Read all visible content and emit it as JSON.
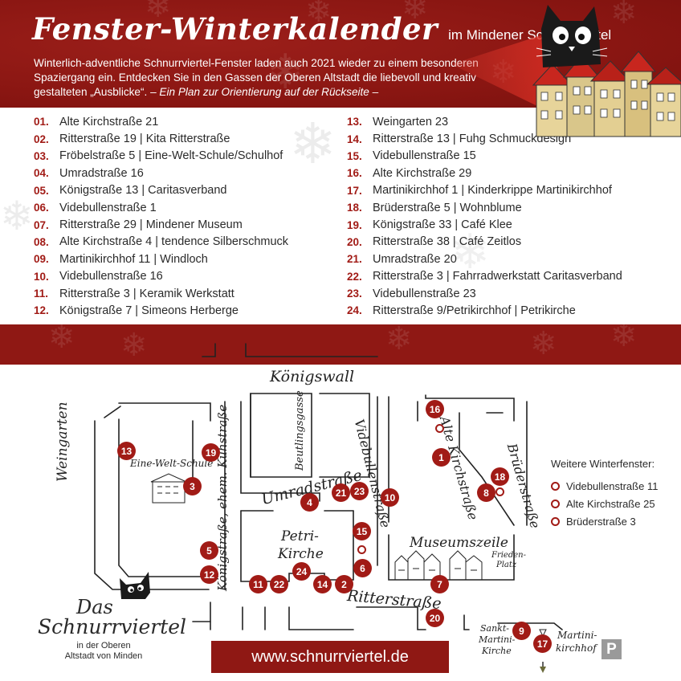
{
  "header": {
    "title": "Fenster-Winterkalender",
    "subtitle": "im Mindener Schnurrviertel",
    "intro_text": "Winterlich-adventliche Schnurrviertel-Fenster laden auch 2021 wieder zu einem besonderen Spaziergang ein. Entdecken Sie in den Gassen der Oberen Altstadt die liebevoll und kreativ gestalteten „Ausblicke“. – ",
    "intro_plan": "Ein Plan zur Orientierung auf der Rückseite –"
  },
  "colors": {
    "brand_red": "#8f1814",
    "marker_red": "#a11b16"
  },
  "windows_left": [
    {
      "num": "01.",
      "label": "Alte Kirchstraße 21"
    },
    {
      "num": "02.",
      "label": "Ritterstraße 19 | Kita Ritterstraße"
    },
    {
      "num": "03.",
      "label": "Fröbelstraße 5 | Eine-Welt-Schule/Schulhof"
    },
    {
      "num": "04.",
      "label": "Umradstraße 16"
    },
    {
      "num": "05.",
      "label": "Königstraße 13 | Caritasverband"
    },
    {
      "num": "06.",
      "label": "Videbullenstraße 1"
    },
    {
      "num": "07.",
      "label": "Ritterstraße 29 | Mindener Museum"
    },
    {
      "num": "08.",
      "label": "Alte Kirchstraße 4 | tendence Silberschmuck"
    },
    {
      "num": "09.",
      "label": "Martinikirchhof 11 | Windloch"
    },
    {
      "num": "10.",
      "label": "Videbullenstraße 16"
    },
    {
      "num": "11.",
      "label": "Ritterstraße 3 | Keramik Werkstatt"
    },
    {
      "num": "12.",
      "label": "Königstraße 7 | Simeons Herberge"
    }
  ],
  "windows_right": [
    {
      "num": "13.",
      "label": "Weingarten 23"
    },
    {
      "num": "14.",
      "label": "Ritterstraße 13 | Fuhg Schmuckdesign"
    },
    {
      "num": "15.",
      "label": "Videbullenstraße 15"
    },
    {
      "num": "16.",
      "label": "Alte Kirchstraße 29"
    },
    {
      "num": "17.",
      "label": "Martinikirchhof 1 | Kinderkrippe Martinikirchhof"
    },
    {
      "num": "18.",
      "label": "Brüderstraße 5 | Wohnblume"
    },
    {
      "num": "19.",
      "label": "Königstraße 33 | Café Klee"
    },
    {
      "num": "20.",
      "label": "Ritterstraße 38 | Café Zeitlos"
    },
    {
      "num": "21.",
      "label": "Umradstraße 20"
    },
    {
      "num": "22.",
      "label": "Ritterstraße 3 | Fahrradwerkstatt Caritasverband"
    },
    {
      "num": "23.",
      "label": "Videbullenstraße 23"
    },
    {
      "num": "24.",
      "label": "Ritterstraße 9/Petrikirchhof | Petrikirche"
    }
  ],
  "map": {
    "streets": {
      "koenigswall": "Königswall",
      "weingarten": "Weingarten",
      "koenigstrasse": "Königstraße, ehem. Kuhstraße",
      "umradstrasse": "Umradstraße",
      "beutlingsgasse": "Beutlingsgasse",
      "videbullenstrasse": "Videbullenstraße",
      "alte_kirchstrasse": "Alte Kirchstraße",
      "bruederstrasse": "Brüderstraße",
      "ritterstrasse": "Ritterstraße",
      "eine_welt_schule": "Eine-Welt-Schule",
      "petri_kirche_1": "Petri-",
      "petri_kirche_2": "Kirche",
      "museumszeile": "Museumszeile",
      "friedensplatz_1": "Frieden-",
      "friedensplatz_2": "Platz",
      "sankt_martini_1": "Sankt-",
      "sankt_martini_2": "Martini-",
      "sankt_martini_3": "Kirche",
      "martinikirchhof_1": "Martini-",
      "martinikirchhof_2": "kirchhof"
    },
    "markers": [
      "1",
      "2",
      "3",
      "4",
      "5",
      "6",
      "7",
      "8",
      "9",
      "10",
      "11",
      "12",
      "13",
      "14",
      "15",
      "16",
      "17",
      "18",
      "19",
      "20",
      "21",
      "22",
      "23",
      "24"
    ],
    "legend": {
      "title": "Weitere Winterfenster:",
      "items": [
        "Videbullenstraße 11",
        "Alte Kirchstraße 25",
        "Brüderstraße 3"
      ]
    },
    "logo": {
      "line1": "Das",
      "line2": "Schnurrviertel",
      "line3": "in der Oberen Altstadt von Minden"
    },
    "url": "www.schnurrviertel.de",
    "parking": "P"
  }
}
